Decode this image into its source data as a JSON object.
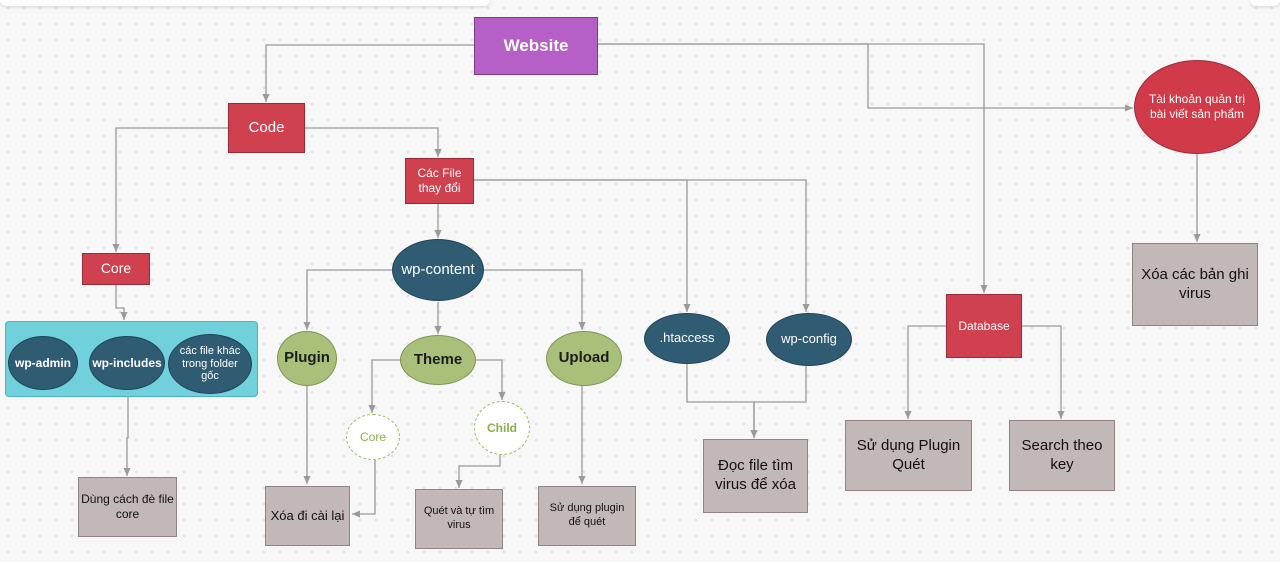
{
  "diagram": {
    "website": "Website",
    "code": "Code",
    "core": "Core",
    "cac_file": [
      "Các File",
      "thay đổi"
    ],
    "wp_content": "wp-content",
    "plugin": "Plugin",
    "theme": "Theme",
    "upload": "Upload",
    "theme_core": "Core",
    "theme_child": "Child",
    "htaccess": ".htaccess",
    "wp_config": "wp-config",
    "database": "Database",
    "tai_khoan": [
      "Tài khoản quản trị",
      "bài viết sản phẩm"
    ],
    "wp_admin": "wp-admin",
    "wp_includes": "wp-includes",
    "cac_file_khac": [
      "các file khác",
      "trong folder",
      "gốc"
    ],
    "dung_cach": [
      "Dùng cách đè file",
      "core"
    ],
    "xoa_di": "Xóa đi cài lại",
    "quet_tu_tim": [
      "Quét và tự tìm",
      "virus"
    ],
    "su_dung_plugin_de_quet": [
      "Sử dụng plugin",
      "để quét"
    ],
    "doc_file": [
      "Đọc file tìm",
      "virus để xóa"
    ],
    "su_dung_plugin_quet": [
      "Sử dụng Plugin",
      "Quét"
    ],
    "search_theo_key": [
      "Search theo",
      "key"
    ],
    "xoa_ban_ghi": [
      "Xóa các bản ghi",
      "virus"
    ]
  },
  "colors": {
    "red": "#d0414f",
    "purple": "#b65fc6",
    "navy": "#2f5b73",
    "green": "#a9c07a",
    "gray": "#c2b8b8",
    "cyan": "#70d0dc",
    "connector": "#9a9a9a"
  }
}
